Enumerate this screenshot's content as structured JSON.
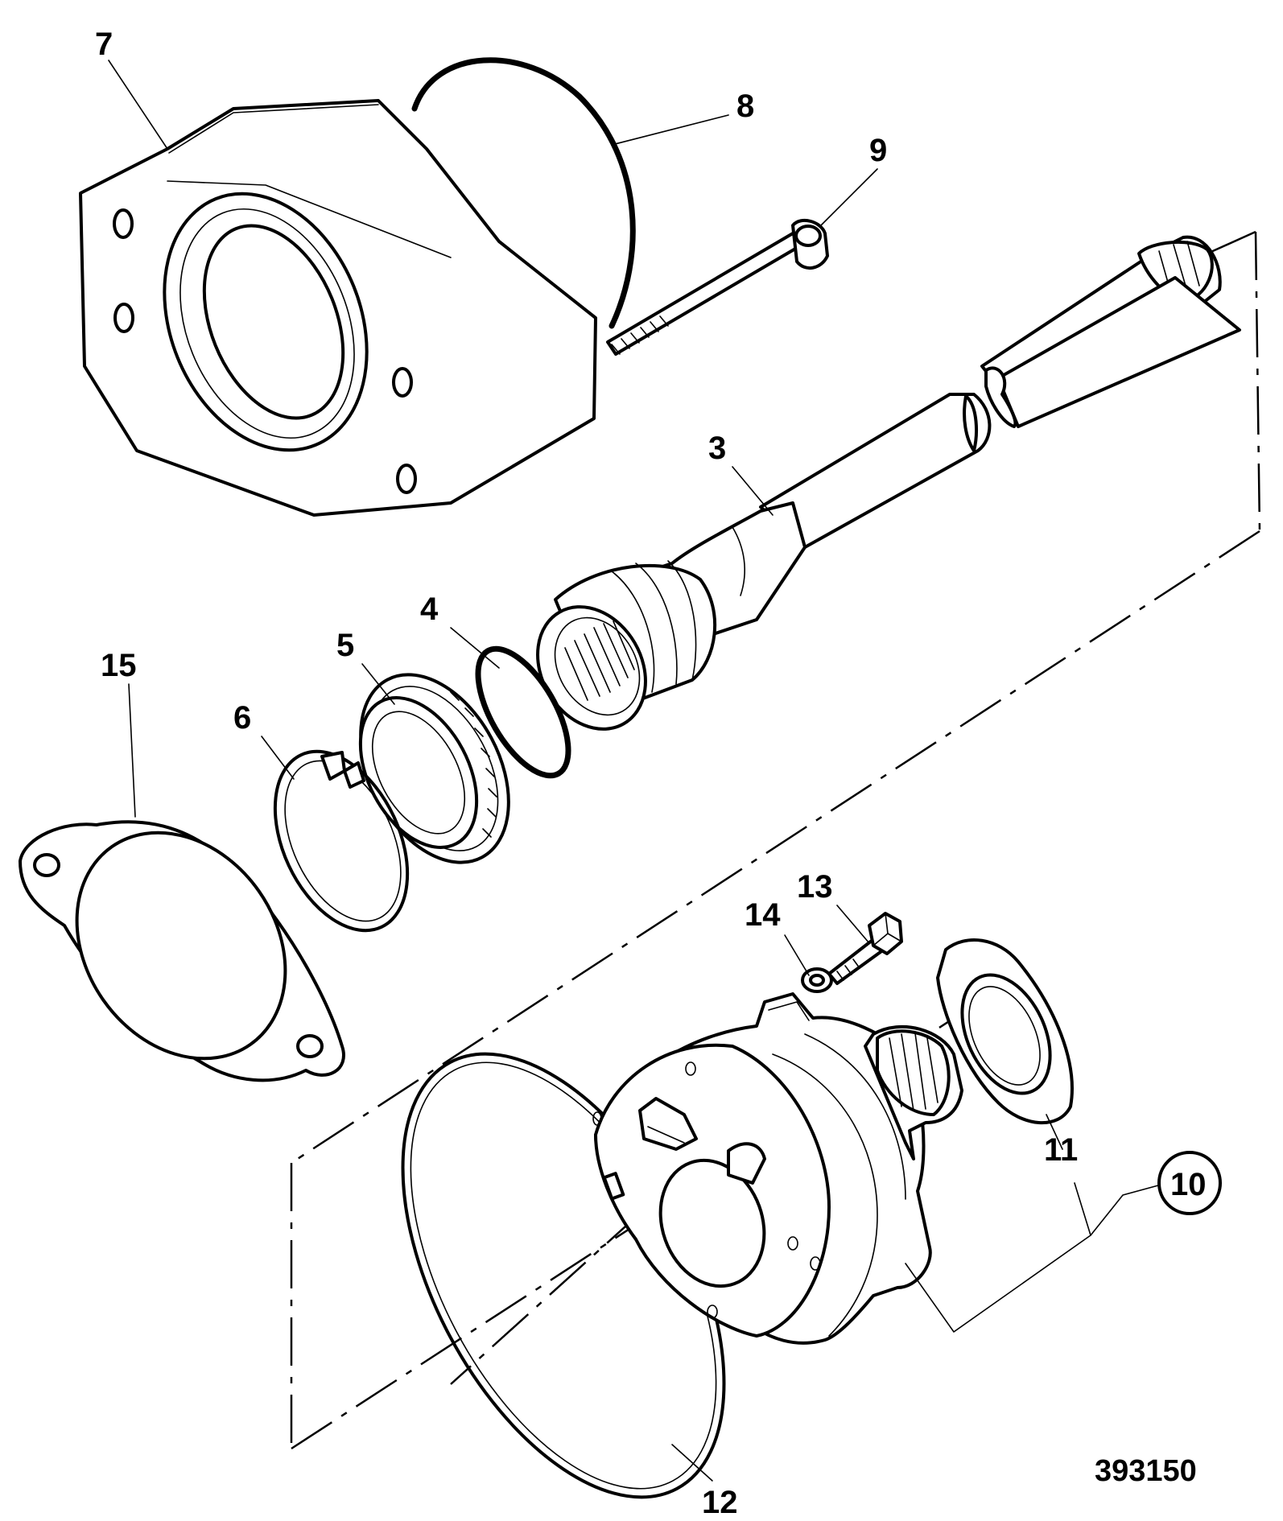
{
  "diagram": {
    "figure_number": "393150",
    "callouts": {
      "c3": "3",
      "c4": "4",
      "c5": "5",
      "c6": "6",
      "c7": "7",
      "c8": "8",
      "c9": "9",
      "c10": "10",
      "c11": "11",
      "c12": "12",
      "c13": "13",
      "c14": "14",
      "c15": "15"
    }
  }
}
